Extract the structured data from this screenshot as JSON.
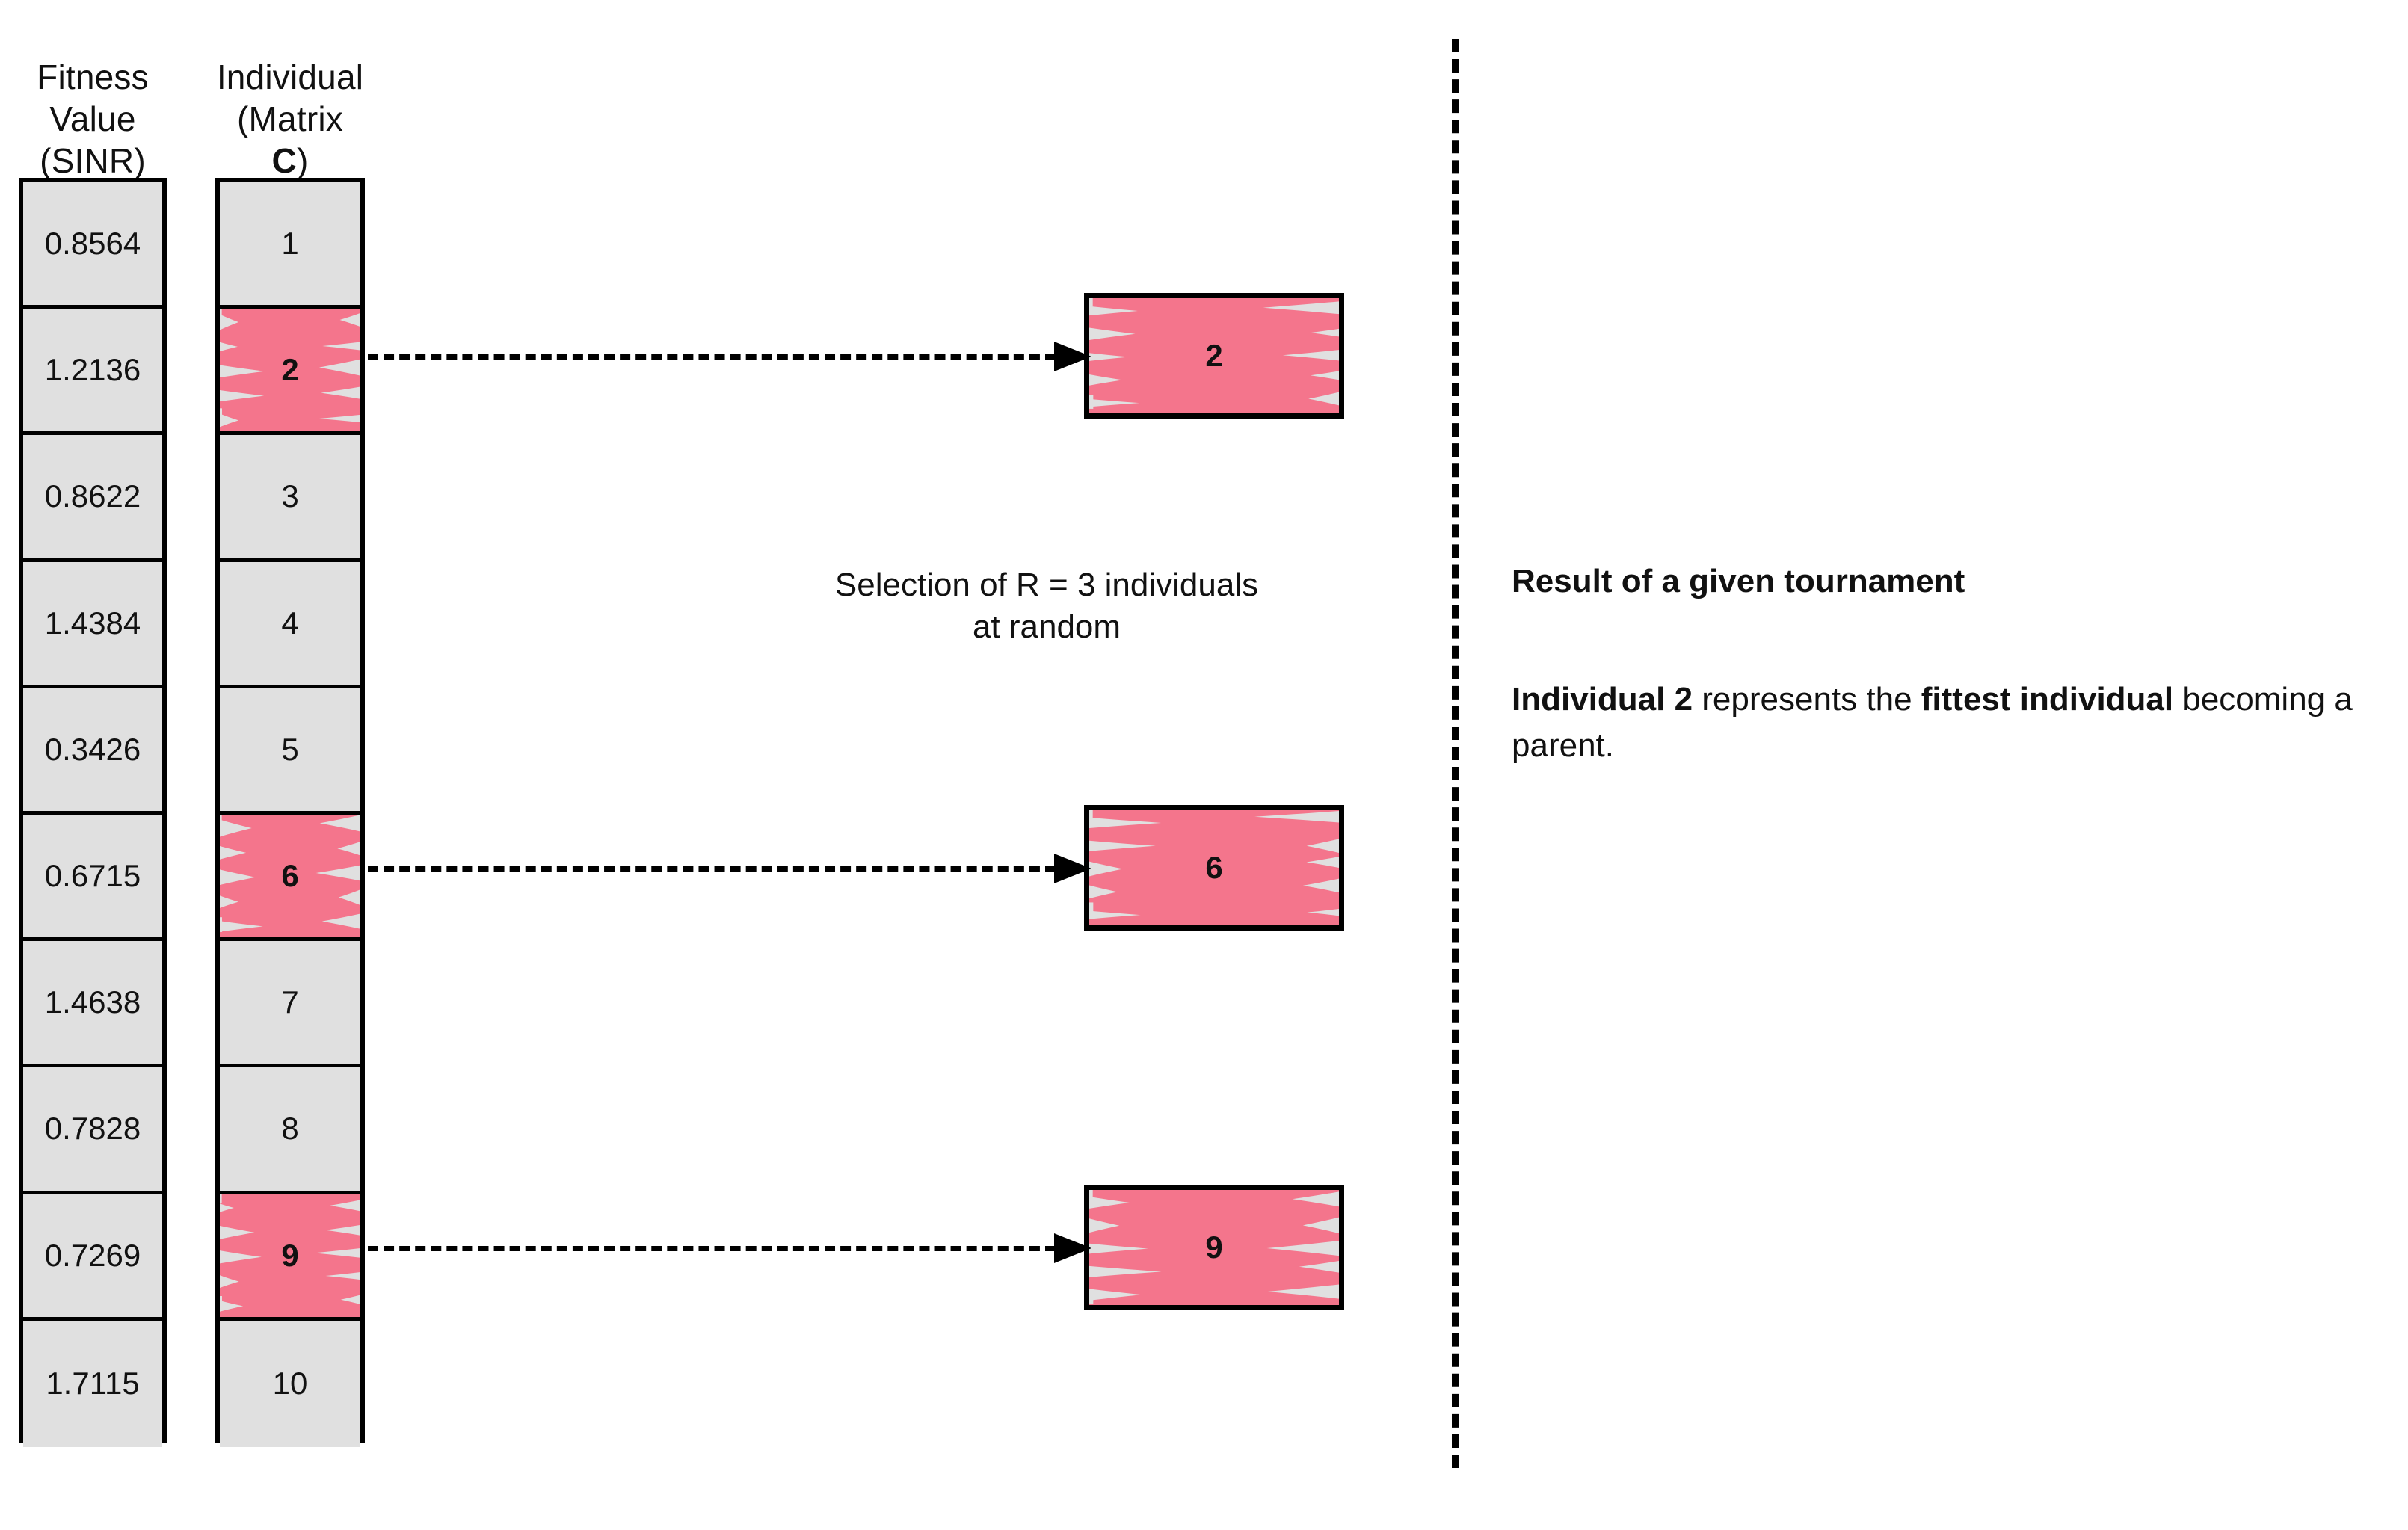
{
  "columns": {
    "fitness": {
      "header": "Fitness Value\n(SINR)",
      "values": [
        "0.8564",
        "1.2136",
        "0.8622",
        "1.4384",
        "0.3426",
        "0.6715",
        "1.4638",
        "0.7828",
        "0.7269",
        "1.7115"
      ]
    },
    "individual": {
      "header_line1": "Individual",
      "header_line2_prefix": "(Matrix ",
      "header_matrix_symbol": "C",
      "header_line2_suffix": ")",
      "values": [
        "1",
        "2",
        "3",
        "4",
        "5",
        "6",
        "7",
        "8",
        "9",
        "10"
      ],
      "highlighted": [
        2,
        6,
        9
      ]
    }
  },
  "selection": {
    "caption": "Selection of R = 3 individuals\nat random",
    "picked": [
      {
        "label": "2"
      },
      {
        "label": "6"
      },
      {
        "label": "9"
      }
    ]
  },
  "result_panel": {
    "title": "Result of a given tournament",
    "body_part1_bold": "Individual 2",
    "body_part2": " represents the ",
    "body_part3_bold": "fittest individual",
    "body_part4": " becoming a parent."
  },
  "colors": {
    "highlight_pink": "#F4758C",
    "cell_grey": "#E0E0E0",
    "outline_black": "#000000"
  },
  "icons": {
    "arrow": "dashed-arrow-right-icon",
    "divider": "vertical-dashed-divider-icon"
  }
}
